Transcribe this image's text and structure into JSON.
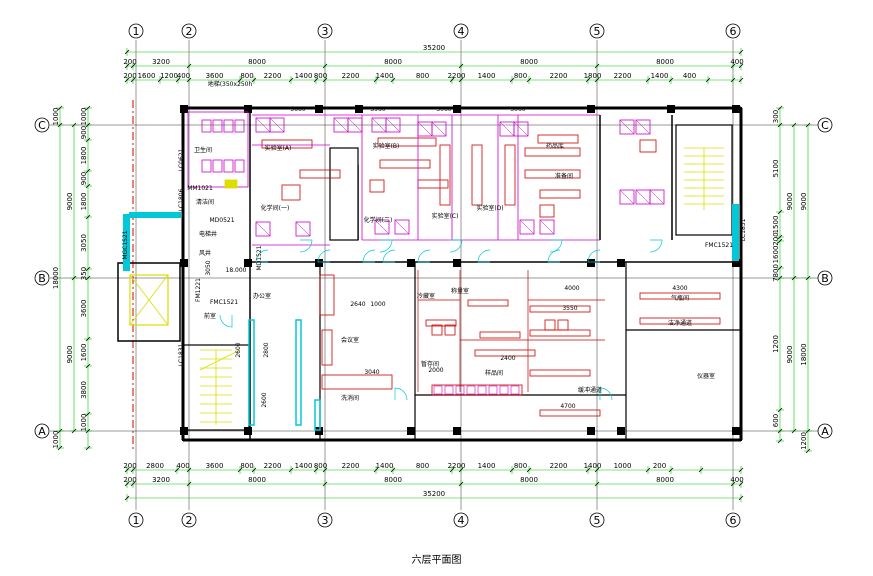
{
  "caption": "六层平面图",
  "axes": {
    "columns": [
      "1",
      "2",
      "3",
      "4",
      "5",
      "6"
    ],
    "rows": [
      "C",
      "B",
      "A"
    ]
  },
  "dims": {
    "total": "35200",
    "top_row1": [
      "200",
      "3200",
      "8000",
      "8000",
      "8000",
      "8000",
      "400"
    ],
    "top_row2": [
      "200",
      "1600",
      "1200",
      "400",
      "3600",
      "800",
      "2200",
      "1400",
      "800",
      "2200",
      "1400",
      "800",
      "2200",
      "1400",
      "800",
      "2200",
      "1800",
      "2200",
      "1400",
      "400"
    ],
    "bottom_row1": [
      "200",
      "2800",
      "400",
      "3600",
      "800",
      "2200",
      "1400",
      "800",
      "2200",
      "1400",
      "800",
      "2200",
      "1400",
      "800",
      "2200",
      "1400",
      "1000",
      "200"
    ],
    "bottom_row2": [
      "200",
      "3200",
      "8000",
      "8000",
      "8000",
      "8000",
      "400"
    ],
    "left_outer": [
      "1000",
      "18000",
      "1000"
    ],
    "left_inner": [
      "1000",
      "900",
      "1800",
      "900",
      "1800",
      "3050",
      "350",
      "3600",
      "1600",
      "3800",
      "1000"
    ],
    "left_mid": [
      "9000",
      "9000"
    ],
    "right_outer": [
      "9000",
      "18000",
      "1200"
    ],
    "right_inner": [
      "300",
      "5100",
      "1500",
      "200",
      "1600",
      "7800",
      "1200",
      "600"
    ],
    "right_mid": [
      "9000",
      "9000"
    ]
  },
  "room_labels": {
    "toilet": "卫生间",
    "cleaning": "清洁间",
    "stair_shaft": "电梯井",
    "duct": "风井",
    "elevation": "18.000",
    "duct_dim": "地梯(350x250h",
    "lobby": "前室",
    "top_dims": [
      "5660",
      "3960",
      "3060",
      "3060"
    ],
    "lab_a": "实验室(A)",
    "lab_b": "实验室(B)",
    "lab_c": "实验室(C)",
    "lab_d": "实验室(D)",
    "chem_1": "化学间(一)",
    "chem_2": "化学间(二)",
    "storage": "药品库",
    "prep": "准备间",
    "office": "办公室",
    "meeting": "会议室",
    "wash": "洗消间",
    "corridor": "缓冲通道",
    "clean_corridor": "洁净通道",
    "weigh": "称量室",
    "cold": "冷藏室",
    "hold": "暂存间",
    "sample": "样品间",
    "gas": "气瓶间",
    "instrument": "仪器室",
    "dims_b": [
      "4300",
      "4000",
      "2640",
      "1000",
      "3040",
      "2400",
      "2000",
      "4700",
      "3550"
    ],
    "stair_dims": [
      "2600",
      "2800",
      "2600",
      "3050"
    ]
  },
  "door_tags": {
    "lc1": "LC0621",
    "lc2": "LC1806",
    "mm": "MM1021",
    "md": "MD0521",
    "fm1": "FM1221",
    "fm2": "FMC1521",
    "fm3": "FMC1521",
    "lc3": "LC1831",
    "lc4": "LC1831",
    "md2": "MD1521",
    "mgc": "MGC1521"
  },
  "colors": {
    "line": "#000000",
    "dim": "#00cc00",
    "axis_line": "#dd0000",
    "wall": "#606060",
    "magenta": "#cc00cc",
    "cyan": "#00c8d8",
    "yellow": "#dddd00",
    "red_fixture": "#cc0000"
  }
}
